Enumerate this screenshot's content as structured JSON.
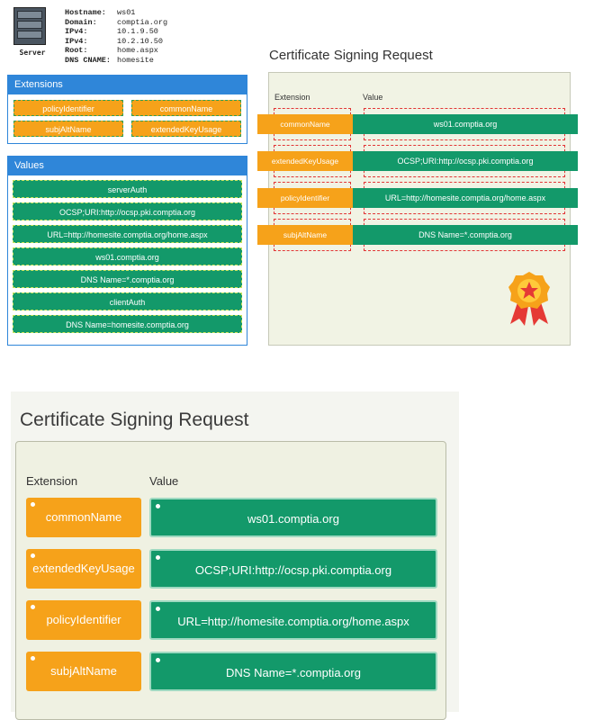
{
  "server": {
    "label": "Server",
    "info": [
      {
        "key": "Hostname:",
        "value": "ws01"
      },
      {
        "key": "Domain:",
        "value": "comptia.org"
      },
      {
        "key": "IPv4:",
        "value": "10.1.9.50"
      },
      {
        "key": "IPv4:",
        "value": "10.2.10.50"
      },
      {
        "key": "Root:",
        "value": "home.aspx"
      },
      {
        "key": "DNS CNAME:",
        "value": "homesite"
      }
    ]
  },
  "extensions_panel": {
    "title": "Extensions",
    "items": [
      "policyIdentifier",
      "commonName",
      "subjAltName",
      "extendedKeyUsage"
    ]
  },
  "values_panel": {
    "title": "Values",
    "items": [
      "serverAuth",
      "OCSP;URI:http://ocsp.pki.comptia.org",
      "URL=http://homesite.comptia.org/home.aspx",
      "ws01.comptia.org",
      "DNS Name=*.comptia.org",
      "clientAuth",
      "DNS Name=homesite.comptia.org"
    ]
  },
  "csr": {
    "title": "Certificate Signing Request",
    "col_extension": "Extension",
    "col_value": "Value",
    "rows": [
      {
        "extension": "commonName",
        "value": "ws01.comptia.org"
      },
      {
        "extension": "extendedKeyUsage",
        "value": "OCSP;URI:http://ocsp.pki.comptia.org"
      },
      {
        "extension": "policyIdentifier",
        "value": "URL=http://homesite.comptia.org/home.aspx"
      },
      {
        "extension": "subjAltName",
        "value": "DNS Name=*.comptia.org"
      }
    ]
  },
  "colors": {
    "blue": "#2f86d9",
    "orange": "#f6a21a",
    "green": "#13996a",
    "red_dashed": "#e23535"
  }
}
